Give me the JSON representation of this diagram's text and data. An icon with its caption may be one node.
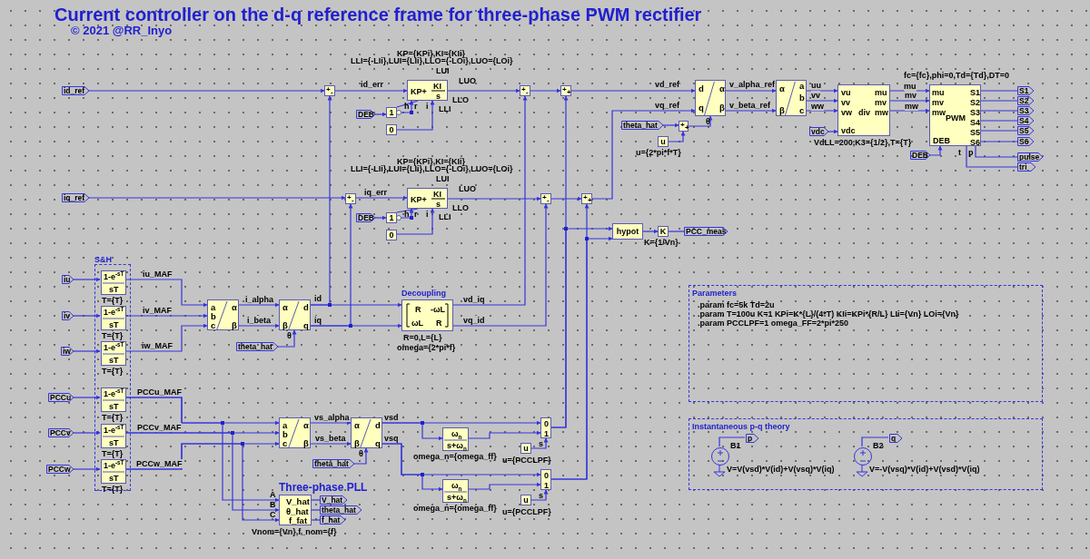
{
  "diagram": {
    "title": "Current controller on the d-q reference frame for three-phase PWM rectifier",
    "nodes": [
      {
        "text": [
          "id_ref"
        ]
      },
      {
        "text": [
          "+",
          "-"
        ]
      },
      {
        "text": [
          "KP+",
          "KI",
          "s"
        ],
        "beside": [
          "KP={KPi},KI={KIi}",
          "LLI={-LIi},LUI={LIi},LLO={-LOi},LUO={LOi}",
          "LUI",
          "LUO",
          "LLO",
          "LLI",
          "h",
          "r",
          "i"
        ]
      },
      {
        "text": [
          "DEB"
        ]
      },
      {
        "text": [
          "1"
        ]
      },
      {
        "text": [
          "0"
        ]
      },
      {
        "text": [
          "+",
          "-"
        ]
      },
      {
        "text": [
          "+",
          "+"
        ]
      },
      {
        "text": [
          "d",
          "α",
          "q",
          "β"
        ],
        "beside": [
          "θ"
        ]
      },
      {
        "text": [
          "theta_hat"
        ]
      },
      {
        "text": [
          "+",
          "+"
        ]
      },
      {
        "text": [
          "u"
        ],
        "beside": [
          "u={2*pi*f*T}"
        ]
      },
      {
        "text": [
          "α",
          "a",
          "b",
          "β",
          "c"
        ]
      },
      {
        "text": [
          "vu",
          "mu",
          "vv",
          "mv",
          "vw",
          "div",
          "mw",
          "vdc"
        ],
        "beside": [
          "VdLL=200,K3={1/2},T={T}"
        ]
      },
      {
        "text": [
          "vdc"
        ]
      },
      {
        "text": [
          "mu",
          "S1",
          "mv",
          "S2",
          "mw",
          "PWM",
          "S3",
          "S4",
          "S5",
          "DEB",
          "S6"
        ],
        "beside": [
          "fc={fc},phi=0,Td={Td},DT=0",
          "t",
          "p"
        ]
      },
      {
        "text": [
          "DEB"
        ]
      },
      {
        "text": [
          "S1"
        ]
      },
      {
        "text": [
          "S2"
        ]
      },
      {
        "text": [
          "S3"
        ]
      },
      {
        "text": [
          "S4"
        ]
      },
      {
        "text": [
          "S5"
        ]
      },
      {
        "text": [
          "S6"
        ]
      },
      {
        "text": [
          "pulse"
        ]
      },
      {
        "text": [
          "tri"
        ]
      },
      {
        "text": [
          "iq_ref"
        ]
      },
      {
        "text": [
          "+",
          "-"
        ]
      },
      {
        "text": [
          "KP+",
          "KI",
          "s"
        ],
        "beside": [
          "KP={KPi},KI={KIi}",
          "LLI={-LIi},LUI={LIi},LLO={-LOi},LUO={LOi}",
          "LUI",
          "LUO",
          "LLO",
          "LLI",
          "h",
          "r",
          "i"
        ]
      },
      {
        "text": [
          "DEB"
        ]
      },
      {
        "text": [
          "1"
        ]
      },
      {
        "text": [
          "0"
        ]
      },
      {
        "text": [
          "+",
          "-"
        ]
      },
      {
        "text": [
          "+",
          "+"
        ]
      },
      {
        "text": [
          "hypot"
        ]
      },
      {
        "text": [
          "K"
        ],
        "beside": [
          "K={1/Vn}"
        ]
      },
      {
        "text": [
          "PCC_meas"
        ]
      },
      {
        "text": [
          "S&H"
        ]
      },
      {
        "text": [
          "iu"
        ]
      },
      {
        "text": [
          "iv"
        ]
      },
      {
        "text": [
          "iw"
        ]
      },
      {
        "text": [
          "PCCu"
        ]
      },
      {
        "text": [
          "PCCv"
        ]
      },
      {
        "text": [
          "PCCw"
        ]
      },
      {
        "text": [
          "1-e$^{-sT}$",
          "sT"
        ],
        "in": 36,
        "beside": [
          "T={T}"
        ]
      },
      {
        "text": [
          "1-e$^{-sT}$",
          "sT"
        ],
        "in": 36,
        "beside": [
          "T={T}"
        ]
      },
      {
        "text": [
          "1-e$^{-sT}$",
          "sT"
        ],
        "in": 36,
        "beside": [
          "T={T}"
        ]
      },
      {
        "text": [
          "1-e$^{-sT}$",
          "sT"
        ],
        "in": 36,
        "beside": [
          "T={T}"
        ]
      },
      {
        "text": [
          "1-e$^{-sT}$",
          "sT"
        ],
        "in": 36,
        "beside": [
          "T={T}"
        ]
      },
      {
        "text": [
          "1-e$^{-sT}$",
          "sT"
        ],
        "in": 36,
        "beside": [
          "T={T}"
        ]
      },
      {
        "text": [
          "a",
          "α",
          "b",
          "c",
          "β"
        ]
      },
      {
        "text": [
          "α",
          "d",
          "β",
          "q"
        ],
        "beside": [
          "θ"
        ]
      },
      {
        "text": [
          "theta_hat"
        ]
      },
      {
        "text": [
          "Decoupling",
          "R",
          "-ωL",
          "ωL",
          "R"
        ],
        "beside": [
          "R=0,L={L}",
          "omega={2*pi*f}"
        ]
      },
      {
        "text": [
          "a",
          "α",
          "b",
          "c",
          "β"
        ]
      },
      {
        "text": [
          "α",
          "d",
          "β",
          "q"
        ],
        "beside": [
          "θ"
        ]
      },
      {
        "text": [
          "theta_hat"
        ]
      },
      {
        "text": [
          "ω$_{n}$",
          "s+ω$_{n}$"
        ],
        "beside": [
          "omega_n={omega_ff}"
        ]
      },
      {
        "text": [
          "0",
          "1"
        ],
        "beside": [
          "s"
        ]
      },
      {
        "text": [
          "u"
        ],
        "beside": [
          "u={PCCLPF}"
        ]
      },
      {
        "text": [
          "ω$_{n}$",
          "s+ω$_{n}$"
        ],
        "beside": [
          "omega_n={omega_ff}"
        ]
      },
      {
        "text": [
          "0",
          "1"
        ],
        "beside": [
          "s"
        ]
      },
      {
        "text": [
          "u"
        ],
        "beside": [
          "u={PCCLPF}"
        ]
      },
      {
        "text": [
          "Three-phase PLL",
          "V_hat",
          "θ_hat",
          "f_fat"
        ],
        "beside": [
          "A",
          "B",
          "C",
          "Vnom={Vn},f_nom={f}"
        ]
      },
      {
        "text": [
          "V_hat"
        ]
      },
      {
        "text": [
          "theta_hat"
        ]
      },
      {
        "text": [
          "f_hat"
        ]
      },
      {
        "text": [
          "Parameters",
          ".param fc=5k Td=2u",
          ".param T=100u K=1 KPi=K*{L}/(4*T) KIi=KPi*{R/L} LIi={Vn} LOi={Vn}",
          ".param PCCLPF=1 omega_FF=2*pi*250"
        ]
      },
      {
        "text": [
          "Instantaneous p-q theory"
        ]
      },
      {
        "text": [],
        "shape": "circle",
        "in": 67,
        "beside": [
          "B1",
          "V=V(vsd)*V(id)+V(vsq)*V(iq)"
        ]
      },
      {
        "text": [
          "p"
        ],
        "in": 67
      },
      {
        "text": [],
        "shape": "circle",
        "in": 67,
        "beside": [
          "B2",
          "V=-V(vsq)*V(id)+V(vsd)*V(iq)"
        ]
      },
      {
        "text": [
          "q"
        ],
        "in": 67
      }
    ],
    "edges": [
      {
        "from": 0,
        "to": 1,
        "arrow": "to"
      },
      {
        "from": 1,
        "to": 2,
        "arrow": "to",
        "label": "id_err"
      },
      {
        "from": 3,
        "to": 4,
        "arrow": "to"
      },
      {
        "from": 4,
        "to": 2,
        "arrow": "to"
      },
      {
        "from": 5,
        "to": 2,
        "arrow": "to"
      },
      {
        "from": 2,
        "to": 6,
        "arrow": "to"
      },
      {
        "from": 6,
        "to": 7,
        "arrow": "to"
      },
      {
        "from": 7,
        "to": 8,
        "arrow": "to",
        "label": "vd_ref"
      },
      {
        "from": 8,
        "to": 12,
        "arrow": "to",
        "label": "v_alpha_ref"
      },
      {
        "from": 8,
        "to": 12,
        "arrow": "to",
        "label": "v_beta_ref"
      },
      {
        "from": 9,
        "to": 10,
        "arrow": "to"
      },
      {
        "from": 11,
        "to": 10,
        "arrow": "to"
      },
      {
        "from": 10,
        "to": 8,
        "arrow": "to"
      },
      {
        "from": 12,
        "to": 13,
        "arrow": "to",
        "label": "uu"
      },
      {
        "from": 12,
        "to": 13,
        "arrow": "to",
        "label": "vv"
      },
      {
        "from": 12,
        "to": 13,
        "arrow": "to",
        "label": "ww"
      },
      {
        "from": 14,
        "to": 13,
        "arrow": "to"
      },
      {
        "from": 13,
        "to": 15,
        "arrow": "to",
        "label": "mu"
      },
      {
        "from": 13,
        "to": 15,
        "arrow": "to",
        "label": "mv"
      },
      {
        "from": 13,
        "to": 15,
        "arrow": "to",
        "label": "mw"
      },
      {
        "from": 16,
        "to": 15,
        "arrow": "to"
      },
      {
        "from": 15,
        "to": 17,
        "arrow": "none"
      },
      {
        "from": 15,
        "to": 18,
        "arrow": "none"
      },
      {
        "from": 15,
        "to": 19,
        "arrow": "none"
      },
      {
        "from": 15,
        "to": 20,
        "arrow": "none"
      },
      {
        "from": 15,
        "to": 21,
        "arrow": "none"
      },
      {
        "from": 15,
        "to": 22,
        "arrow": "none"
      },
      {
        "from": 15,
        "to": 23,
        "arrow": "none"
      },
      {
        "from": 15,
        "to": 24,
        "arrow": "none"
      },
      {
        "from": 25,
        "to": 26,
        "arrow": "to"
      },
      {
        "from": 26,
        "to": 27,
        "arrow": "to",
        "label": "iq_err"
      },
      {
        "from": 28,
        "to": 29,
        "arrow": "to"
      },
      {
        "from": 29,
        "to": 27,
        "arrow": "to"
      },
      {
        "from": 30,
        "to": 27,
        "arrow": "to"
      },
      {
        "from": 27,
        "to": 31,
        "arrow": "to"
      },
      {
        "from": 31,
        "to": 32,
        "arrow": "to"
      },
      {
        "from": 32,
        "to": 8,
        "arrow": "to",
        "label": "vq_ref"
      },
      {
        "from": 50,
        "to": 1,
        "arrow": "to",
        "label": "id"
      },
      {
        "from": 50,
        "to": 52,
        "arrow": "to"
      },
      {
        "from": 50,
        "to": 26,
        "arrow": "to",
        "label": "iq"
      },
      {
        "from": 50,
        "to": 52,
        "arrow": "to"
      },
      {
        "from": 52,
        "to": 6,
        "arrow": "to",
        "label": "vd_iq"
      },
      {
        "from": 52,
        "to": 31,
        "arrow": "to",
        "label": "vq_id"
      },
      {
        "from": 57,
        "to": 7,
        "arrow": "to"
      },
      {
        "from": 57,
        "to": 33,
        "arrow": "to"
      },
      {
        "from": 60,
        "to": 32,
        "arrow": "to"
      },
      {
        "from": 60,
        "to": 33,
        "arrow": "to"
      },
      {
        "from": 33,
        "to": 34,
        "arrow": "to"
      },
      {
        "from": 34,
        "to": 35,
        "arrow": "none"
      },
      {
        "from": 37,
        "to": 43,
        "arrow": "to"
      },
      {
        "from": 38,
        "to": 44,
        "arrow": "to"
      },
      {
        "from": 39,
        "to": 45,
        "arrow": "to"
      },
      {
        "from": 40,
        "to": 46,
        "arrow": "to"
      },
      {
        "from": 41,
        "to": 47,
        "arrow": "to"
      },
      {
        "from": 42,
        "to": 48,
        "arrow": "to"
      },
      {
        "from": 43,
        "to": 49,
        "arrow": "to",
        "label": "iu_MAF"
      },
      {
        "from": 44,
        "to": 49,
        "arrow": "to",
        "label": "iv_MAF"
      },
      {
        "from": 45,
        "to": 49,
        "arrow": "to",
        "label": "iw_MAF"
      },
      {
        "from": 49,
        "to": 50,
        "arrow": "to",
        "label": "i_alpha"
      },
      {
        "from": 49,
        "to": 50,
        "arrow": "to",
        "label": "i_beta"
      },
      {
        "from": 51,
        "to": 50,
        "arrow": "to"
      },
      {
        "from": 46,
        "to": 53,
        "arrow": "to",
        "label": "PCCu_MAF"
      },
      {
        "from": 47,
        "to": 53,
        "arrow": "to",
        "label": "PCCv_MAF"
      },
      {
        "from": 48,
        "to": 53,
        "arrow": "to",
        "label": "PCCw_MAF"
      },
      {
        "from": 46,
        "to": 62,
        "arrow": "to"
      },
      {
        "from": 47,
        "to": 62,
        "arrow": "to"
      },
      {
        "from": 48,
        "to": 62,
        "arrow": "to"
      },
      {
        "from": 53,
        "to": 54,
        "arrow": "to",
        "label": "vs_alpha"
      },
      {
        "from": 53,
        "to": 54,
        "arrow": "to",
        "label": "vs_beta"
      },
      {
        "from": 55,
        "to": 54,
        "arrow": "to"
      },
      {
        "from": 54,
        "to": 57,
        "arrow": "to",
        "label": "vsd"
      },
      {
        "from": 54,
        "to": 56,
        "arrow": "to"
      },
      {
        "from": 56,
        "to": 57,
        "arrow": "to"
      },
      {
        "from": 54,
        "to": 59,
        "arrow": "to",
        "label": "vsq"
      },
      {
        "from": 54,
        "to": 60,
        "arrow": "to"
      },
      {
        "from": 59,
        "to": 60,
        "arrow": "to"
      },
      {
        "from": 58,
        "to": 57,
        "arrow": "to"
      },
      {
        "from": 61,
        "to": 60,
        "arrow": "to"
      },
      {
        "from": 62,
        "to": 63,
        "arrow": "none"
      },
      {
        "from": 62,
        "to": 64,
        "arrow": "none"
      },
      {
        "from": 62,
        "to": 65,
        "arrow": "none"
      },
      {
        "from": 68,
        "to": 69,
        "arrow": "none"
      },
      {
        "from": 70,
        "to": 71,
        "arrow": "none"
      }
    ],
    "labels": [
      "© 2021 @RR_Inyo"
    ]
  }
}
